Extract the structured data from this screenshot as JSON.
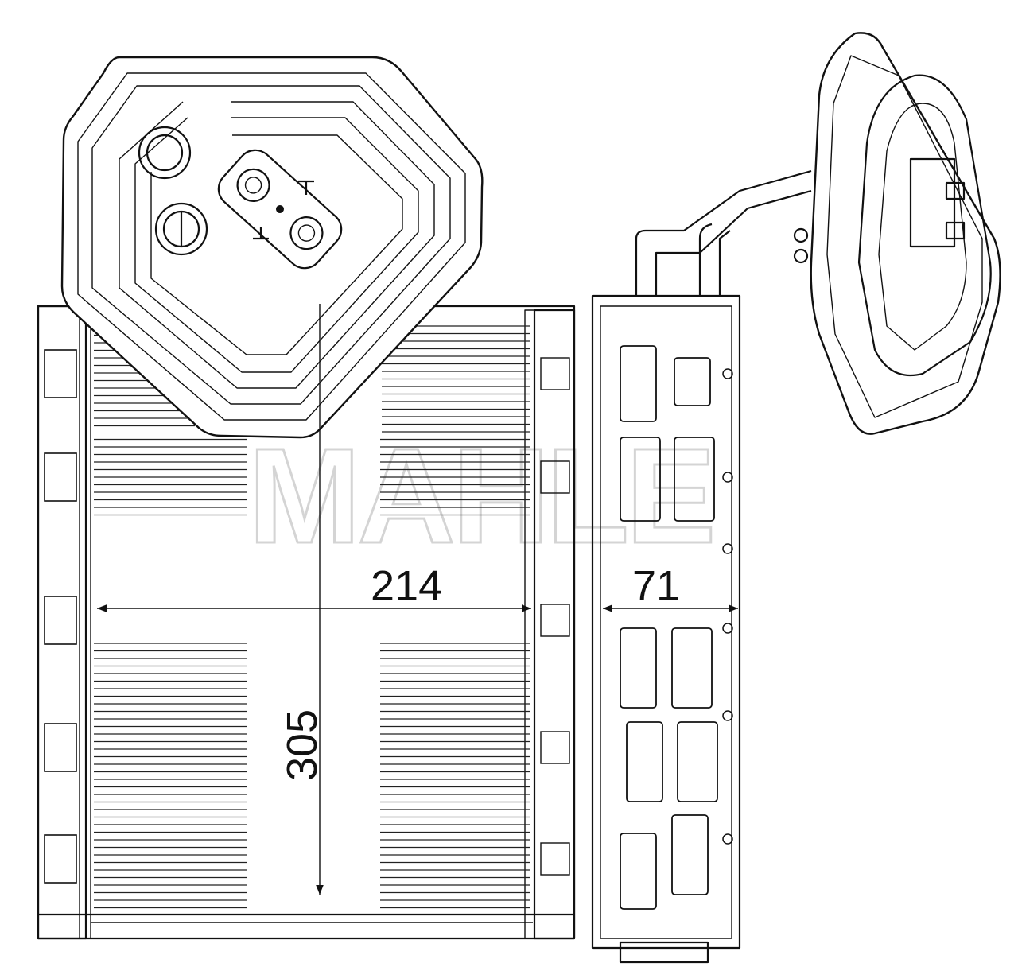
{
  "drawing": {
    "watermark": "MAHLE",
    "dimensions": {
      "width": "214",
      "height": "305",
      "depth": "71"
    },
    "line_color": "#111111",
    "watermark_color": "#d4d4d4"
  }
}
